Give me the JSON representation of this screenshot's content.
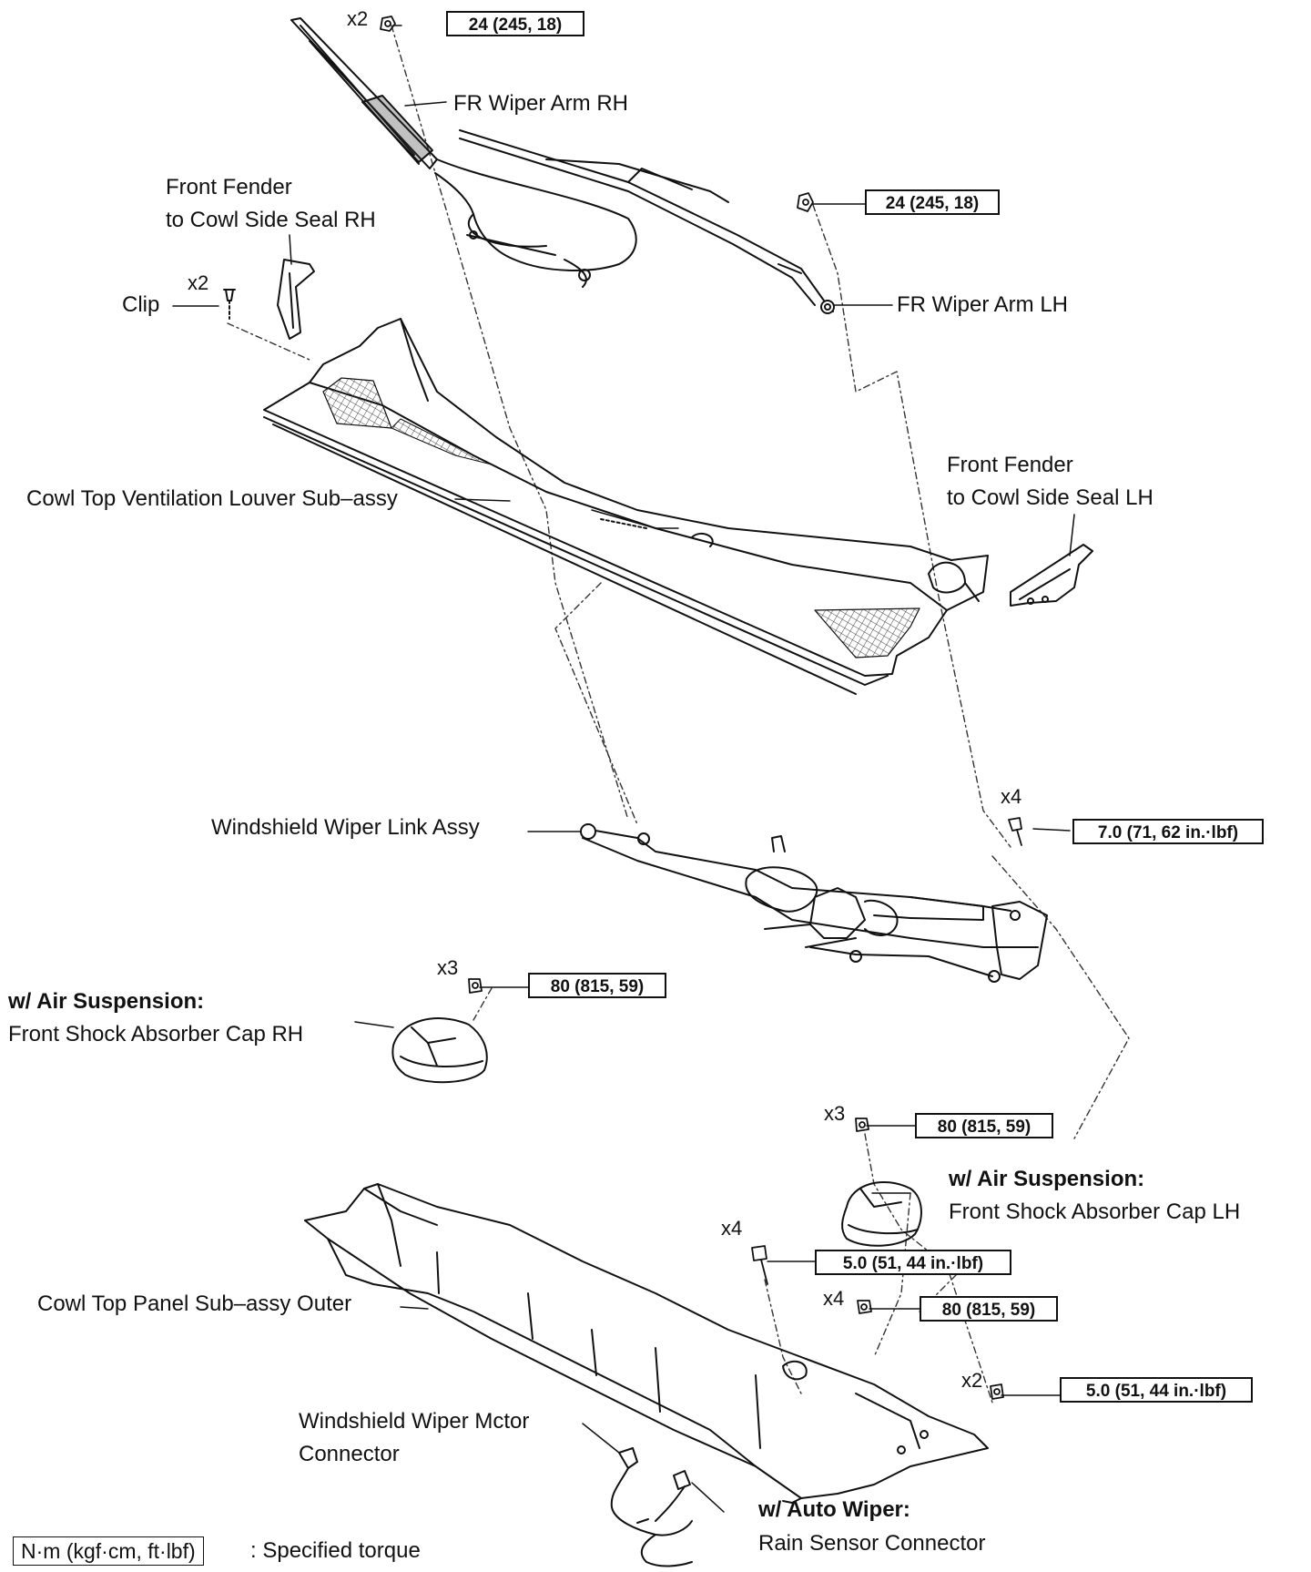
{
  "labels": {
    "wiper_arm_rh": "FR Wiper Arm RH",
    "wiper_arm_lh": "FR Wiper Arm LH",
    "fender_seal_rh_1": "Front Fender",
    "fender_seal_rh_2": "to Cowl Side Seal RH",
    "clip": "Clip",
    "louver": "Cowl Top Ventilation Louver Sub–assy",
    "fender_seal_lh_1": "Front Fender",
    "fender_seal_lh_2": "to Cowl Side Seal LH",
    "link_assy": "Windshield Wiper Link Assy",
    "air_susp_rh_1": "w/ Air Suspension:",
    "air_susp_rh_2": "Front Shock Absorber Cap RH",
    "air_susp_lh_1": "w/ Air Suspension:",
    "air_susp_lh_2": "Front Shock Absorber Cap LH",
    "cowl_panel": "Cowl Top Panel Sub–assy Outer",
    "motor_connector_1": "Windshield Wiper Mctor",
    "motor_connector_2": "Connector",
    "auto_wiper_1": "w/ Auto Wiper:",
    "auto_wiper_2": "Rain Sensor Connector"
  },
  "multipliers": {
    "m1": "x2",
    "m2": "x2",
    "m3": "x4",
    "m4": "x3",
    "m5": "x3",
    "m6": "x4",
    "m7": "x4",
    "m8": "x2"
  },
  "torques": {
    "t1": "24 (245, 18)",
    "t2": "24 (245, 18)",
    "t3": "7.0 (71, 62 in.·lbf)",
    "t4": "80 (815, 59)",
    "t5": "80 (815, 59)",
    "t6": "5.0 (51, 44 in.·lbf)",
    "t7": "80 (815, 59)",
    "t8": "5.0 (51, 44 in.·lbf)"
  },
  "legend": {
    "unit": "N·m (kgf·cm, ft·lbf)",
    "text": ": Specified torque"
  }
}
